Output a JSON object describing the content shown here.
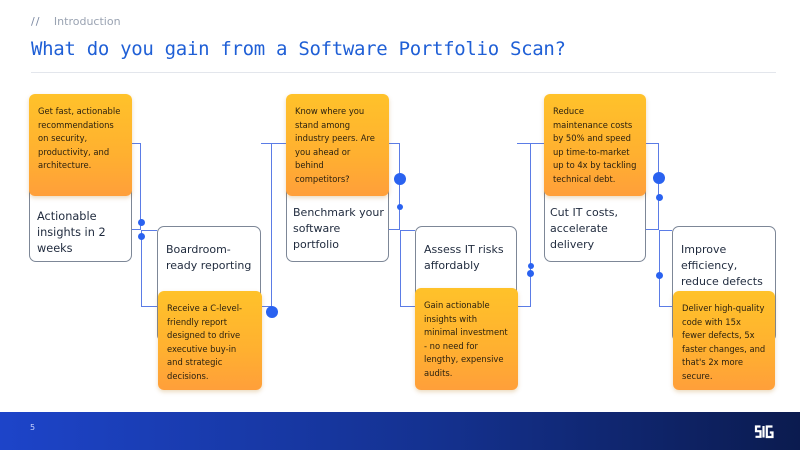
{
  "header": {
    "breadcrumb_mark": "//",
    "breadcrumb": "Introduction",
    "title": "What do you gain from a Software Portfolio Scan?"
  },
  "steps": [
    {
      "label": "Actionable insights in 2 weeks",
      "detail": "Get fast, actionable recommendations on security, productivity, and architecture."
    },
    {
      "label": "Boardroom-ready reporting",
      "detail": "Receive a C-level-friendly report designed to drive executive buy-in and strategic decisions."
    },
    {
      "label": "Benchmark your software portfolio",
      "detail": "Know where you stand among industry peers. Are you ahead or behind competitors?"
    },
    {
      "label": "Assess IT risks affordably",
      "detail": "Gain actionable insights with minimal investment - no need for lengthy, expensive audits."
    },
    {
      "label": "Cut IT costs, accelerate delivery",
      "detail": "Reduce maintenance costs by 50% and speed up time-to-market up to 4x by tackling technical debt."
    },
    {
      "label": "Improve efficiency, reduce defects",
      "detail": "Deliver high-quality code with 15x fewer defects, 5x faster changes, and that's 2x more secure."
    }
  ],
  "footer": {
    "page_number": "5",
    "logo_text": "SIG"
  },
  "colors": {
    "accent": "#1f5fd6",
    "note": "#ffb030",
    "footer": "#14318f",
    "dot": "#2a62f0"
  }
}
